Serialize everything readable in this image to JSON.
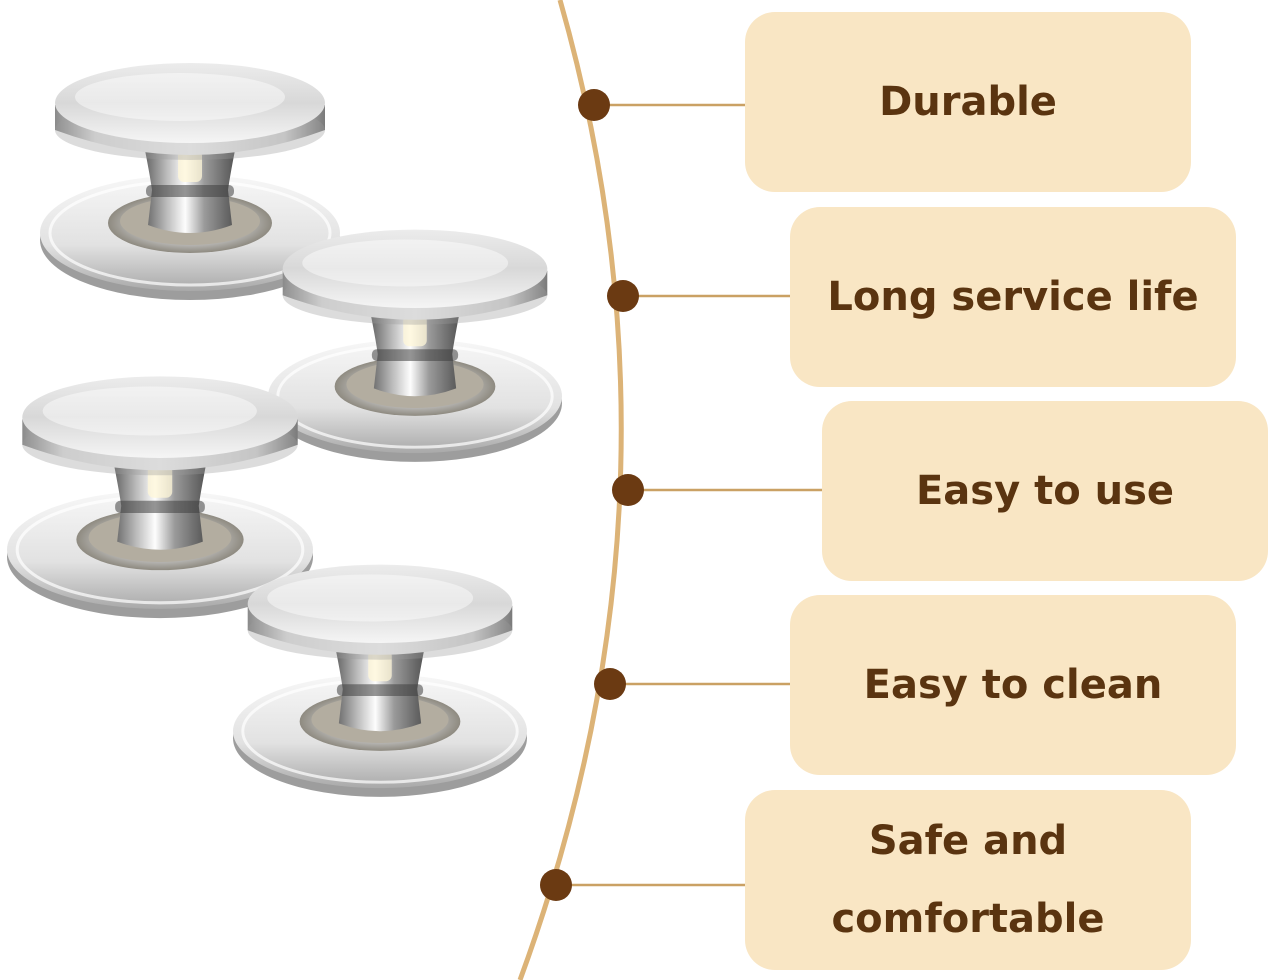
{
  "image": {
    "subject": "stainless steel knobs",
    "colors": {
      "background": "#ffffff",
      "box_fill": "#f9e6c4",
      "text": "#5a3410",
      "dot": "#6b3a12",
      "arc": "#dcb377",
      "metal_light": "#f4f4f4",
      "metal_mid": "#bdbdbd",
      "metal_dark": "#6e6e6e"
    }
  },
  "features": [
    {
      "label": "Durable"
    },
    {
      "label": "Long service life"
    },
    {
      "label": "Easy to use"
    },
    {
      "label": "Easy to clean"
    },
    {
      "label": "Safe and\ncomfortable"
    }
  ]
}
